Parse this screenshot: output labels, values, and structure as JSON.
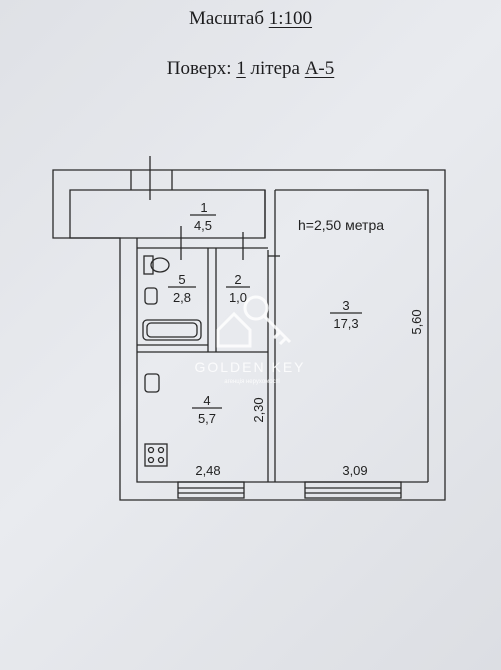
{
  "header": {
    "scale_label": "Масштаб",
    "scale_value": "1:100",
    "floor_label": "Поверх:",
    "floor_value": "1",
    "letter_label": "літера",
    "letter_value": "А-5"
  },
  "plan": {
    "height_note": "h=2,50 метра",
    "rooms": [
      {
        "number": "1",
        "area": "4,5"
      },
      {
        "number": "2",
        "area": "1,0"
      },
      {
        "number": "3",
        "area": "17,3"
      },
      {
        "number": "4",
        "area": "5,7"
      },
      {
        "number": "5",
        "area": "2,8"
      }
    ],
    "dimensions": {
      "room3_height": "5,60",
      "room4_height": "2,30",
      "room4_width": "2,48",
      "room3_width": "3,09"
    }
  },
  "watermark": {
    "brand": "GOLDEN KEY",
    "tagline": "агенція нерухомості"
  },
  "colors": {
    "line": "#2a2a2a",
    "background": "#e3e5e9",
    "watermark": "#ffffff"
  }
}
